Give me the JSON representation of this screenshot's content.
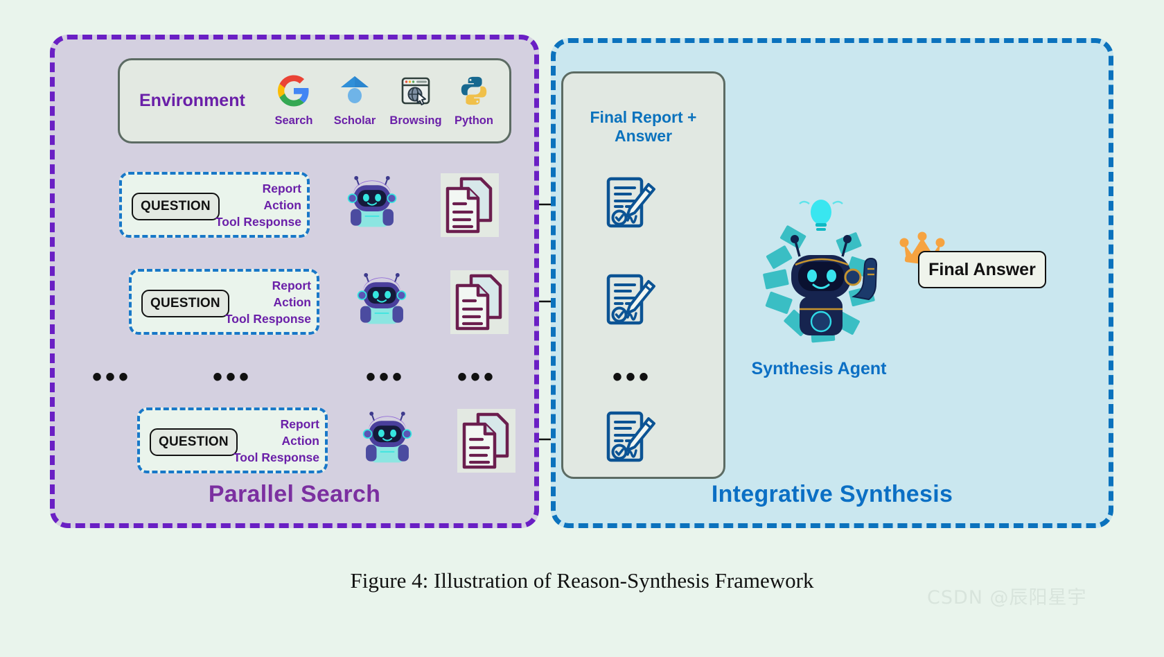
{
  "figure": {
    "caption": "Figure 4: Illustration of Reason-Synthesis Framework",
    "watermark": "CSDN @辰阳星宇"
  },
  "colors": {
    "page_bg": "#e9f4ec",
    "parallel_panel_bg": "#d4d0e0",
    "parallel_panel_border": "#6a1fc4",
    "synthesis_panel_bg": "#cae7ef",
    "synthesis_panel_border": "#0b72bd",
    "purple_text": "#6a1fa8",
    "blue_text": "#0b72bd",
    "card_bg": "#e3e9e2",
    "card_border": "#5c6b63",
    "question_dash": "#1878c8",
    "doc_outline": "#6b1e4e",
    "report_outline": "#0b5394",
    "crown": "#f6a340"
  },
  "parallel": {
    "title": "Parallel Search",
    "environment": {
      "label": "Environment",
      "tools": [
        {
          "name": "Search",
          "icon": "google-g-icon"
        },
        {
          "name": "Scholar",
          "icon": "google-scholar-icon"
        },
        {
          "name": "Browsing",
          "icon": "browser-window-icon"
        },
        {
          "name": "Python",
          "icon": "python-logo-icon"
        }
      ]
    },
    "rows": [
      {
        "question_tag": "QUESTION",
        "lines": [
          "Report",
          "Action",
          "Tool Response"
        ],
        "agent_icon": "search-agent-robot-icon",
        "doc_icon": "document-stack-icon"
      },
      {
        "question_tag": "QUESTION",
        "lines": [
          "Report",
          "Action",
          "Tool Response"
        ],
        "agent_icon": "search-agent-robot-icon",
        "doc_icon": "document-stack-icon"
      },
      {
        "question_tag": "QUESTION",
        "lines": [
          "Report",
          "Action",
          "Tool Response"
        ],
        "agent_icon": "search-agent-robot-icon",
        "doc_icon": "document-stack-icon"
      }
    ],
    "ellipsis": "•••"
  },
  "synthesis": {
    "title": "Integrative Synthesis",
    "final_report_label": "Final Report + Answer",
    "report_icon": "signed-report-pen-icon",
    "reports_count": 3,
    "ellipsis": "•••",
    "agent": {
      "label": "Synthesis Agent",
      "icon": "synthesis-agent-robot-icon"
    },
    "final_answer": {
      "label": "Final Answer",
      "crown_icon": "crown-icon"
    }
  }
}
